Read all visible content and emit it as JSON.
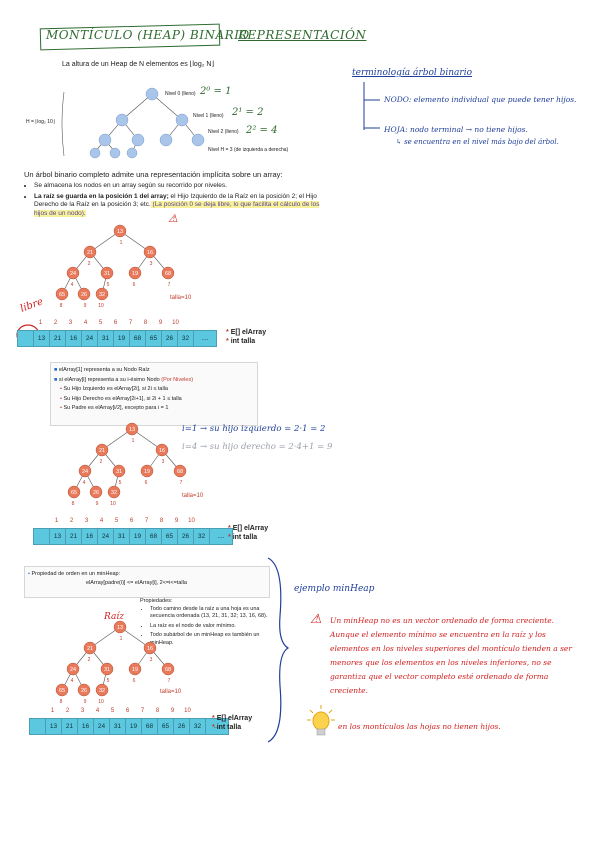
{
  "title": {
    "main": "MONTÍCULO (HEAP) BINARIO",
    "sub": "REPRESENTACIÓN"
  },
  "top": {
    "height_text": "La altura de un Heap de N elementos es ⌊log₂ N⌋",
    "levels": [
      "Nivel 0 (lleno)",
      "Nivel 1 (lleno)",
      "Nivel 2 (lleno)",
      "Nivel H = 3 (de izquierda a derecha)"
    ],
    "level_eq": [
      "2⁰ = 1",
      "2¹ = 2",
      "2² = 4"
    ],
    "h_label": "H = ⌊log₂ 10⌋"
  },
  "terminology": {
    "title": "terminología árbol binario",
    "nodo": "NODO: elemento individual que puede tener hijos.",
    "hoja": "HOJA: nodo terminal → no tiene hijos.",
    "hoja2": "↳ se encuentra en el nivel más bajo del árbol."
  },
  "complete": {
    "heading": "Un árbol binario completo admite una representación implícita sobre un array:",
    "b1": "Se almacena los nodos en un array según su recorrido por niveles.",
    "b2a": "La raíz se guarda en la posición 1 del array;",
    "b2b": " el Hijo Izquierdo de la Raíz en la posición 2; el Hijo Derecho de la Raíz en la posición 3; etc.",
    "b2c": " (La posición 0 se deja libre, lo que facilita el cálculo de los hijos de un nodo)."
  },
  "tree": {
    "values": [
      "13",
      "21",
      "16",
      "24",
      "31",
      "19",
      "68",
      "65",
      "26",
      "32"
    ],
    "talla": "talla=10",
    "libre": "libre",
    "indices": [
      "1",
      "2",
      "3",
      "4",
      "5",
      "6",
      "7",
      "8",
      "9",
      "10"
    ],
    "array_tail": "....",
    "e_array": "E[] elArray",
    "int_talla": "int talla"
  },
  "rules": {
    "r1": "elArray[1] representa a su Nodo Raíz",
    "r2a": "si elArray[i] representa a su i-ésimo Nodo ",
    "r2b": "(Por Niveles)",
    "r3": "Su Hijo Izquierdo es elArray[2i], si  2i ≤ talla",
    "r4": "Su Hijo Derecho es elArray[2i+1], si 2i + 1 ≤ talla",
    "r5": "Su Padre es elArray[i/2], excepto para i = 1"
  },
  "calc": {
    "left": "i=1 → su hijo izquierdo = 2·1 = 2",
    "right": "i=4 → su hijo derecho = 2·4+1 = 9"
  },
  "minheap": {
    "prop": "Propiedad de orden en un minHeap:",
    "formula": "elArray[padre(i)] <= elArray[i],    2<=i<=talla",
    "props_title": "Propiedades:",
    "p1": "Todo camino desde la raíz a una hoja es una secuencia ordenada (13, 21, 31, 32; 13, 16, 68).",
    "p2": "La raíz es el nodo de valor mínimo.",
    "p3": "Todo subárbol de un minHeap es también un minHeap.",
    "raiz": "Raíz",
    "example": "ejemplo minHeap",
    "warn": "Un minHeap no es un vector ordenado de forma creciente. Aunque el elemento mínimo se encuentra en la raíz y los elementos en los niveles superiores del montículo tienden a ser menores que los elementos en los niveles inferiores, no se garantiza que el vector completo esté ordenado de forma creciente.",
    "tip": "en los montículos las hojas no tienen hijos."
  }
}
